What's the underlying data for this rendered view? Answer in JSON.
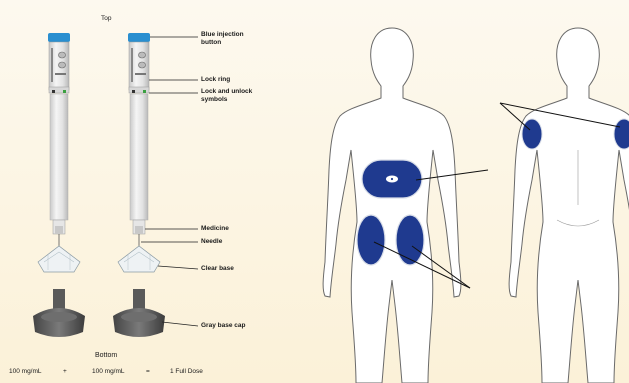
{
  "labels": {
    "top": "Top",
    "bottom": "Bottom",
    "blue_button_line1": "Blue injection",
    "blue_button_line2": "button",
    "lock_ring": "Lock ring",
    "lock_symbols_line1": "Lock and unlock",
    "lock_symbols_line2": "symbols",
    "medicine": "Medicine",
    "needle": "Needle",
    "clear_base": "Clear base",
    "gray_base_cap": "Gray base cap"
  },
  "dose_equation": {
    "term1": "100 mg/mL",
    "op1": "+",
    "term2": "100 mg/mL",
    "op2": "=",
    "result": "1 Full Dose"
  },
  "colors": {
    "injection_site": "#1f3a8f",
    "pen_button": "#2a8fd0",
    "pen_body": "#dcdcdc",
    "base_cap": "#5a5a5a",
    "body_fill": "#ffffff",
    "body_outline": "#6a6a6a",
    "unlock_symbol": "#3aa040"
  },
  "icons": {
    "lock": "lock-icon",
    "unlock": "unlock-icon"
  }
}
